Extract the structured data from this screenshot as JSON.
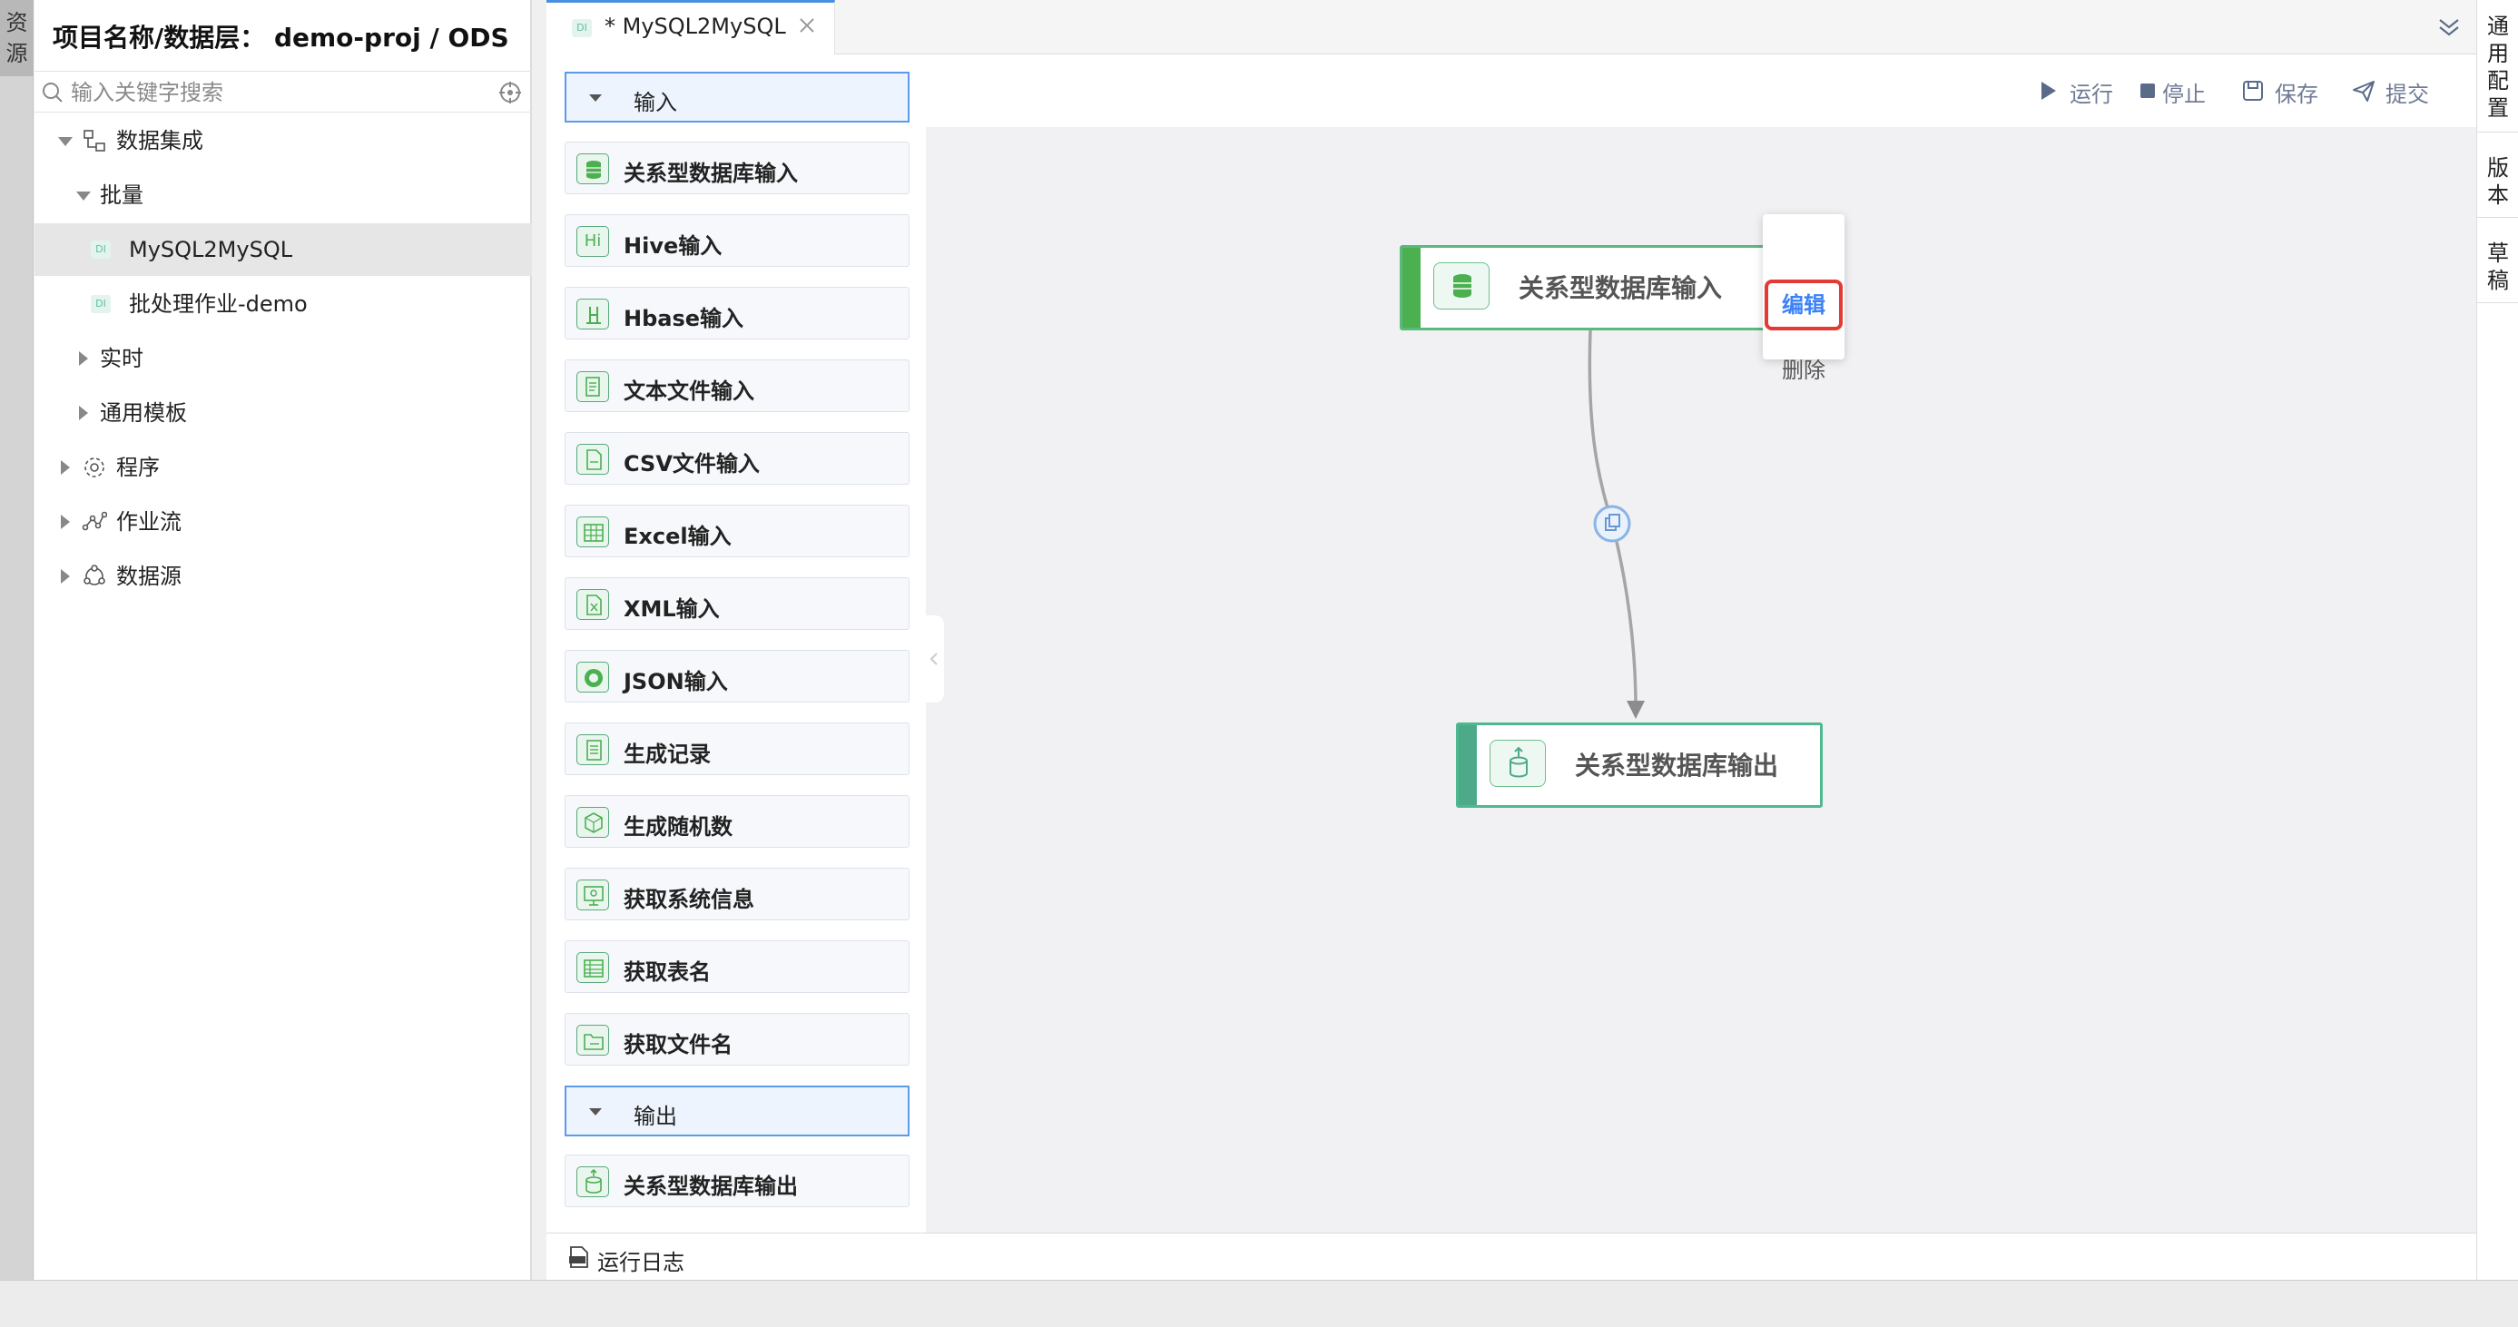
{
  "left_rail": {
    "tab_label": "资源"
  },
  "sidebar": {
    "project_title": "项目名称/数据层：  demo-proj / ODS",
    "search_placeholder": "输入关键字搜索",
    "tree": [
      {
        "label": "数据集成",
        "icon": "flow-icon",
        "expanded": true
      },
      {
        "label": "批量",
        "expanded": true
      },
      {
        "label": "MySQL2MySQL",
        "badge": "DI",
        "selected": true
      },
      {
        "label": "批处理作业-demo",
        "badge": "DI"
      },
      {
        "label": "实时",
        "expanded": false
      },
      {
        "label": "通用模板",
        "expanded": false
      },
      {
        "label": "程序",
        "icon": "gear-icon",
        "expanded": false
      },
      {
        "label": "作业流",
        "icon": "workflow-icon",
        "expanded": false
      },
      {
        "label": "数据源",
        "icon": "datasource-icon",
        "expanded": false
      }
    ]
  },
  "editor_tab": {
    "badge": "DI",
    "label": "* MySQL2MySQL"
  },
  "palette": {
    "input_group": "输入",
    "input_items": [
      {
        "label": "关系型数据库输入",
        "icon": "database-icon"
      },
      {
        "label": "Hive输入",
        "icon": "hive-icon",
        "icon_text": "Hi"
      },
      {
        "label": "Hbase输入",
        "icon": "hbase-icon"
      },
      {
        "label": "文本文件输入",
        "icon": "text-file-icon"
      },
      {
        "label": "CSV文件输入",
        "icon": "csv-file-icon"
      },
      {
        "label": "Excel输入",
        "icon": "excel-icon"
      },
      {
        "label": "XML输入",
        "icon": "xml-icon"
      },
      {
        "label": "JSON输入",
        "icon": "json-icon"
      },
      {
        "label": "生成记录",
        "icon": "record-icon"
      },
      {
        "label": "生成随机数",
        "icon": "random-icon"
      },
      {
        "label": "获取系统信息",
        "icon": "system-info-icon"
      },
      {
        "label": "获取表名",
        "icon": "table-name-icon"
      },
      {
        "label": "获取文件名",
        "icon": "file-name-icon"
      }
    ],
    "output_group": "输出",
    "output_items": [
      {
        "label": "关系型数据库输出",
        "icon": "database-output-icon"
      }
    ]
  },
  "toolbar": {
    "run": "运行",
    "stop": "停止",
    "save": "保存",
    "submit": "提交"
  },
  "canvas": {
    "input_node": "关系型数据库输入",
    "output_node": "关系型数据库输出",
    "context_menu": {
      "edit": "编辑",
      "delete": "删除"
    }
  },
  "log_bar": {
    "label": "运行日志"
  },
  "right_rail": [
    "通用配置",
    "版本",
    "草稿"
  ],
  "colors": {
    "accent_blue": "#4a90e2",
    "node_green": "#4caf50",
    "highlight_red": "#e53935",
    "toolbar_text": "#6f7b95"
  }
}
